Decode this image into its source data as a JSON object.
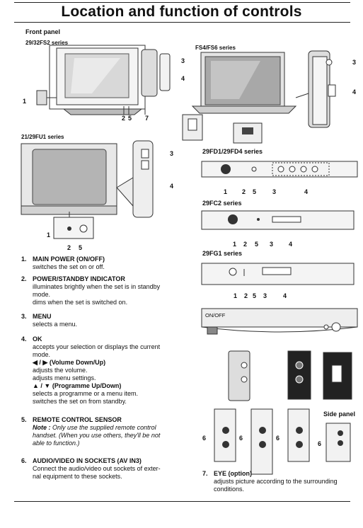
{
  "page": {
    "title": "Location and function of controls",
    "front_panel": "Front panel"
  },
  "series": {
    "s1": "29/32FS2 series",
    "s2": "FS4/FS6 series",
    "s3": "21/29FU1 series",
    "s4": "29FD1/29FD4  series",
    "s5": "29FC2 series",
    "s6": "29FG1 series"
  },
  "side_panel": "Side panel",
  "onoff": "ON/OFF",
  "callouts": [
    "1",
    "2",
    "3",
    "4",
    "5",
    "6",
    "7"
  ],
  "items": [
    {
      "num": "1.",
      "heading": "MAIN POWER (ON/OFF)",
      "lines": [
        "switches the set on or off."
      ]
    },
    {
      "num": "2.",
      "heading": "POWER/STANDBY INDICATOR",
      "lines": [
        "illuminates brightly when the set is in standby",
        "mode.",
        "dims when the set is switched on."
      ]
    },
    {
      "num": "3.",
      "heading": "MENU",
      "lines": [
        "selects a menu."
      ]
    },
    {
      "num": "4.",
      "heading": "OK",
      "lines": [
        "accepts your selection or displays the current",
        "mode."
      ],
      "sub1": "◀ / ▶ (Volume Down/Up)",
      "lines2": [
        "adjusts the volume.",
        "adjusts menu settings."
      ],
      "sub2": "▲ / ▼ (Programme Up/Down)",
      "lines3": [
        "selects a programme or a menu item.",
        "switches the set on from standby."
      ]
    },
    {
      "num": "5.",
      "heading": "REMOTE CONTROL SENSOR",
      "note_label": "Note :",
      "note": [
        " Only use the supplied remote control",
        "handset. (When you use others, they'll be not",
        "able to function.)"
      ]
    },
    {
      "num": "6.",
      "heading": "AUDIO/VIDEO IN SOCKETS (AV IN3)",
      "lines": [
        "Connect the audio/video out sockets of exter-",
        "nal equipment to these sockets."
      ]
    },
    {
      "num": "7.",
      "heading": "EYE (option)",
      "lines": [
        "adjusts picture according to the surrounding",
        "conditions."
      ]
    }
  ]
}
